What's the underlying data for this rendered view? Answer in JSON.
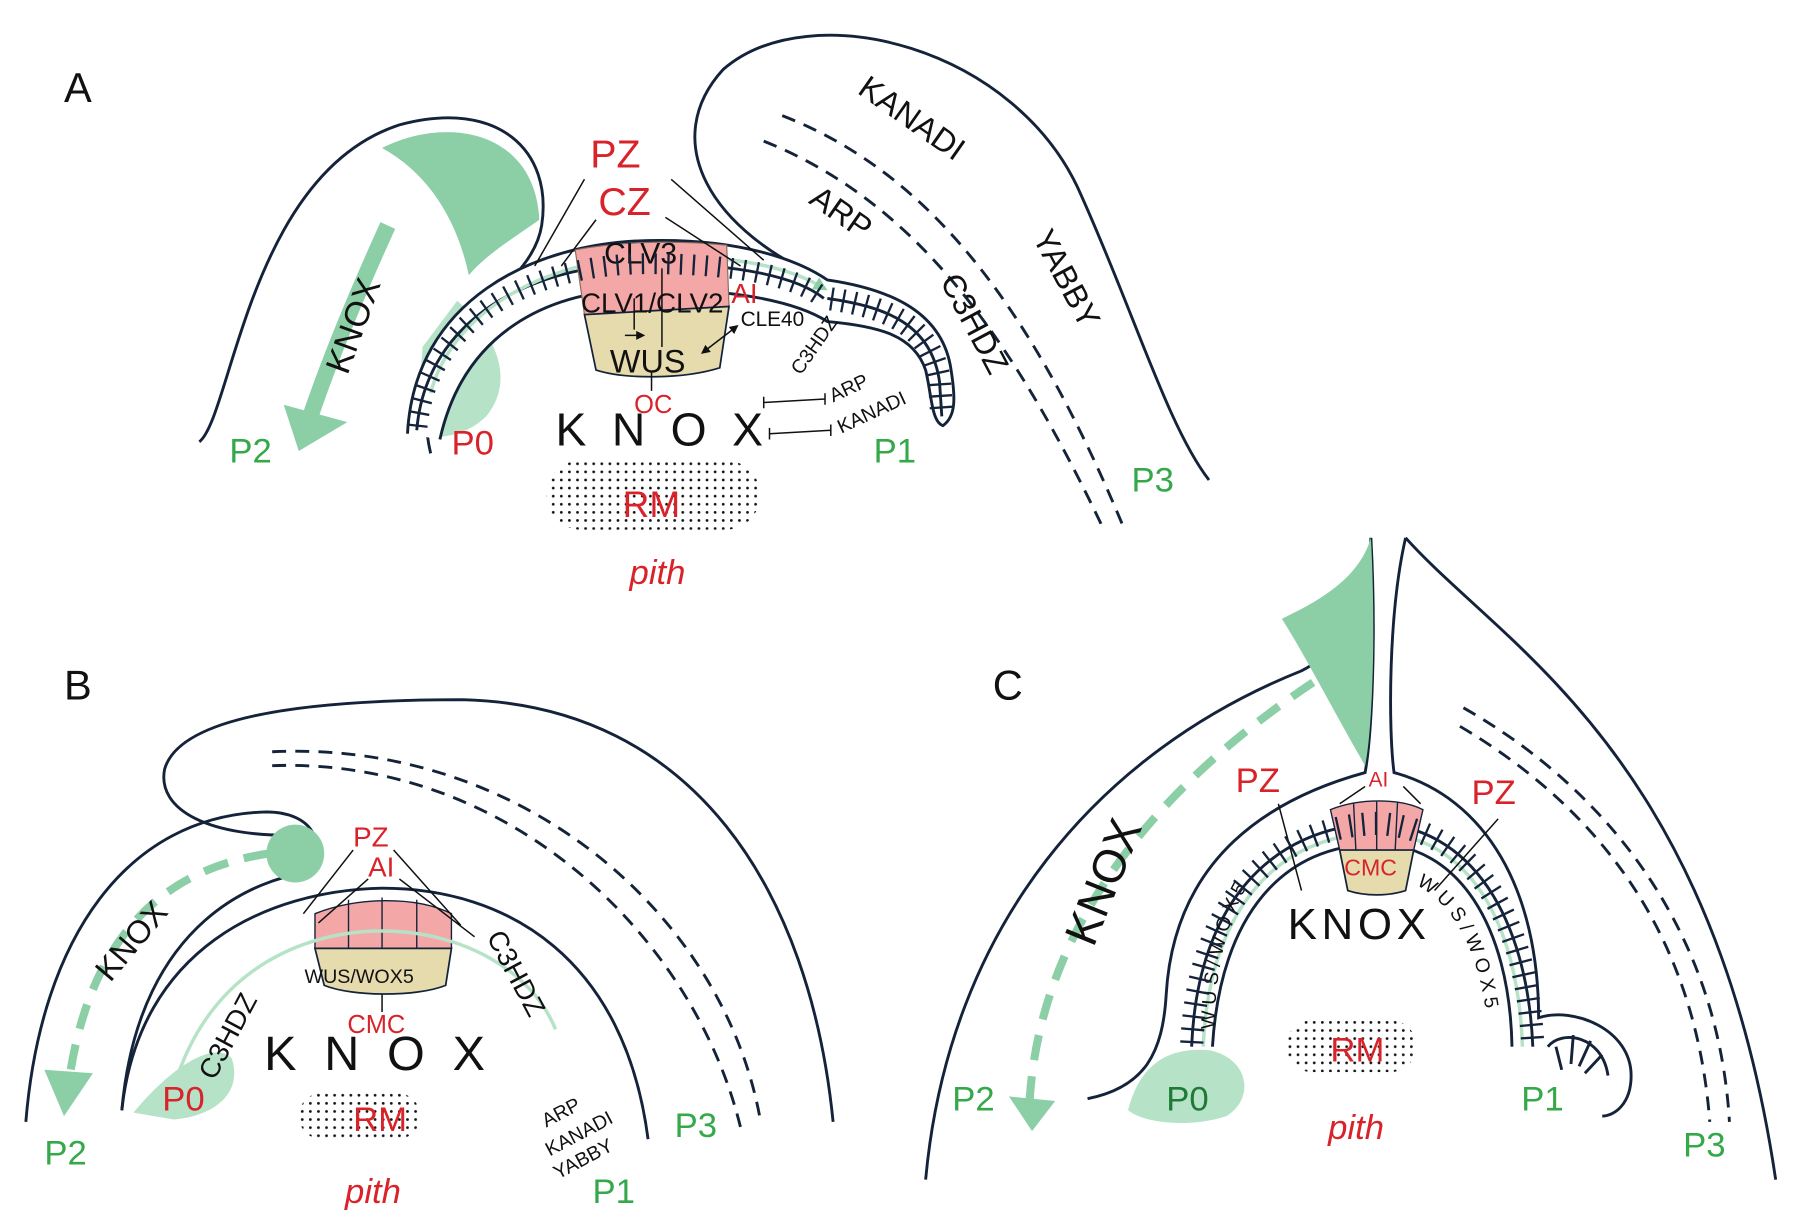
{
  "panels": {
    "A": {
      "label": "A",
      "zones": {
        "pz": "PZ",
        "cz": "CZ",
        "ai": "AI",
        "oc": "OC",
        "rm": "RM",
        "pith": "pith"
      },
      "genes": {
        "clv3": "CLV3",
        "clv12": "CLV1/CLV2",
        "wus": "WUS",
        "cle40": "CLE40",
        "knox_leaf": "KNOX",
        "knox_center": "KNOX",
        "c3hdz_inner": "C3HDZ",
        "arp_inner": "ARP",
        "kanadi_inner": "KANADI",
        "kanadi_outer": "KANADI",
        "arp_outer": "ARP",
        "c3hdz_outer": "C3HDZ",
        "yabby_outer": "YABBY"
      },
      "primordia": {
        "p0": "P0",
        "p1": "P1",
        "p2": "P2",
        "p3": "P3"
      }
    },
    "B": {
      "label": "B",
      "zones": {
        "pz": "PZ",
        "ai": "AI",
        "cmc": "CMC",
        "rm": "RM",
        "pith": "pith"
      },
      "genes": {
        "wus": "WUS/WOX5",
        "knox_leaf": "KNOX",
        "knox_center": "KNOX",
        "c3hdz_left": "C3HDZ",
        "c3hdz_right": "C3HDZ",
        "arp": "ARP",
        "kanadi": "KANADI",
        "yabby": "YABBY"
      },
      "primordia": {
        "p0": "P0",
        "p1": "P1",
        "p2": "P2",
        "p3": "P3"
      }
    },
    "C": {
      "label": "C",
      "zones": {
        "pz_left": "PZ",
        "pz_right": "PZ",
        "ai": "AI",
        "cmc": "CMC",
        "rm": "RM",
        "pith": "pith"
      },
      "genes": {
        "knox_leaf": "KNOX",
        "knox_center": "KNOX",
        "wus_left": "W U S / W O X 5",
        "wus_right": "W U S / W O X 5"
      },
      "primordia": {
        "p0": "P0",
        "p1": "P1",
        "p2": "P2",
        "p3": "P3"
      }
    }
  },
  "colors": {
    "outline": "#14233a",
    "zone_text": "#d9232a",
    "primordium_text": "#35a84a",
    "knox_green": "#8ccfa6",
    "knox_light": "#b6e3c7",
    "pz_pink": "#f4a7a7",
    "oc_tan": "#e6dbad"
  }
}
